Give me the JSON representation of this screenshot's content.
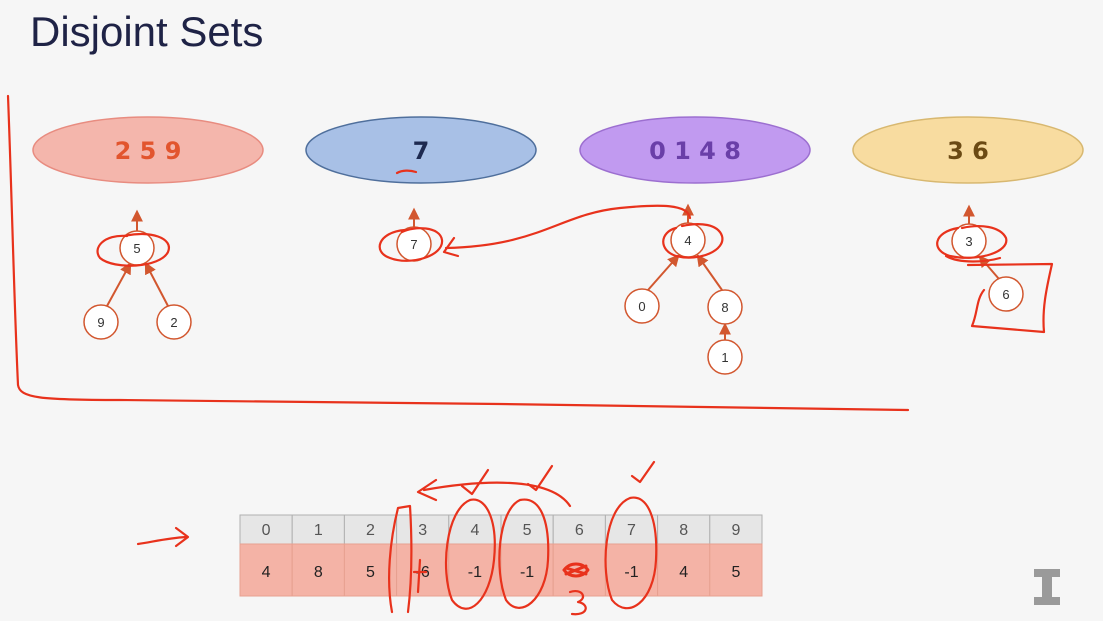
{
  "title": "Disjoint Sets",
  "sets": [
    {
      "label": "2 5 9",
      "fill": "#f4b6ac",
      "stroke": "#e88c80",
      "text_color": "#e2552e"
    },
    {
      "label": "7",
      "fill": "#a8c0e6",
      "stroke": "#4f6f9c",
      "text_color": "#1e2a50"
    },
    {
      "label": "0 1 4 8",
      "fill": "#c19af0",
      "stroke": "#9c6fd0",
      "text_color": "#6a3fa8"
    },
    {
      "label": "3 6",
      "fill": "#f8dca0",
      "stroke": "#d8b870",
      "text_color": "#6b4a14"
    }
  ],
  "nodes": [
    "5",
    "9",
    "2",
    "7",
    "4",
    "0",
    "8",
    "1",
    "3",
    "6"
  ],
  "table": {
    "index": [
      "0",
      "1",
      "2",
      "3",
      "4",
      "5",
      "6",
      "7",
      "8",
      "9"
    ],
    "values": [
      "4",
      "8",
      "5",
      "-6",
      "-1",
      "-1",
      "",
      "-1",
      "4",
      "5"
    ]
  },
  "annotations": {
    "under_six": "3"
  },
  "colors": {
    "ink": "#e8321c",
    "node_stroke": "#d2572f",
    "table_head": "#e6e6e6",
    "table_body": "#f4b3a6"
  }
}
